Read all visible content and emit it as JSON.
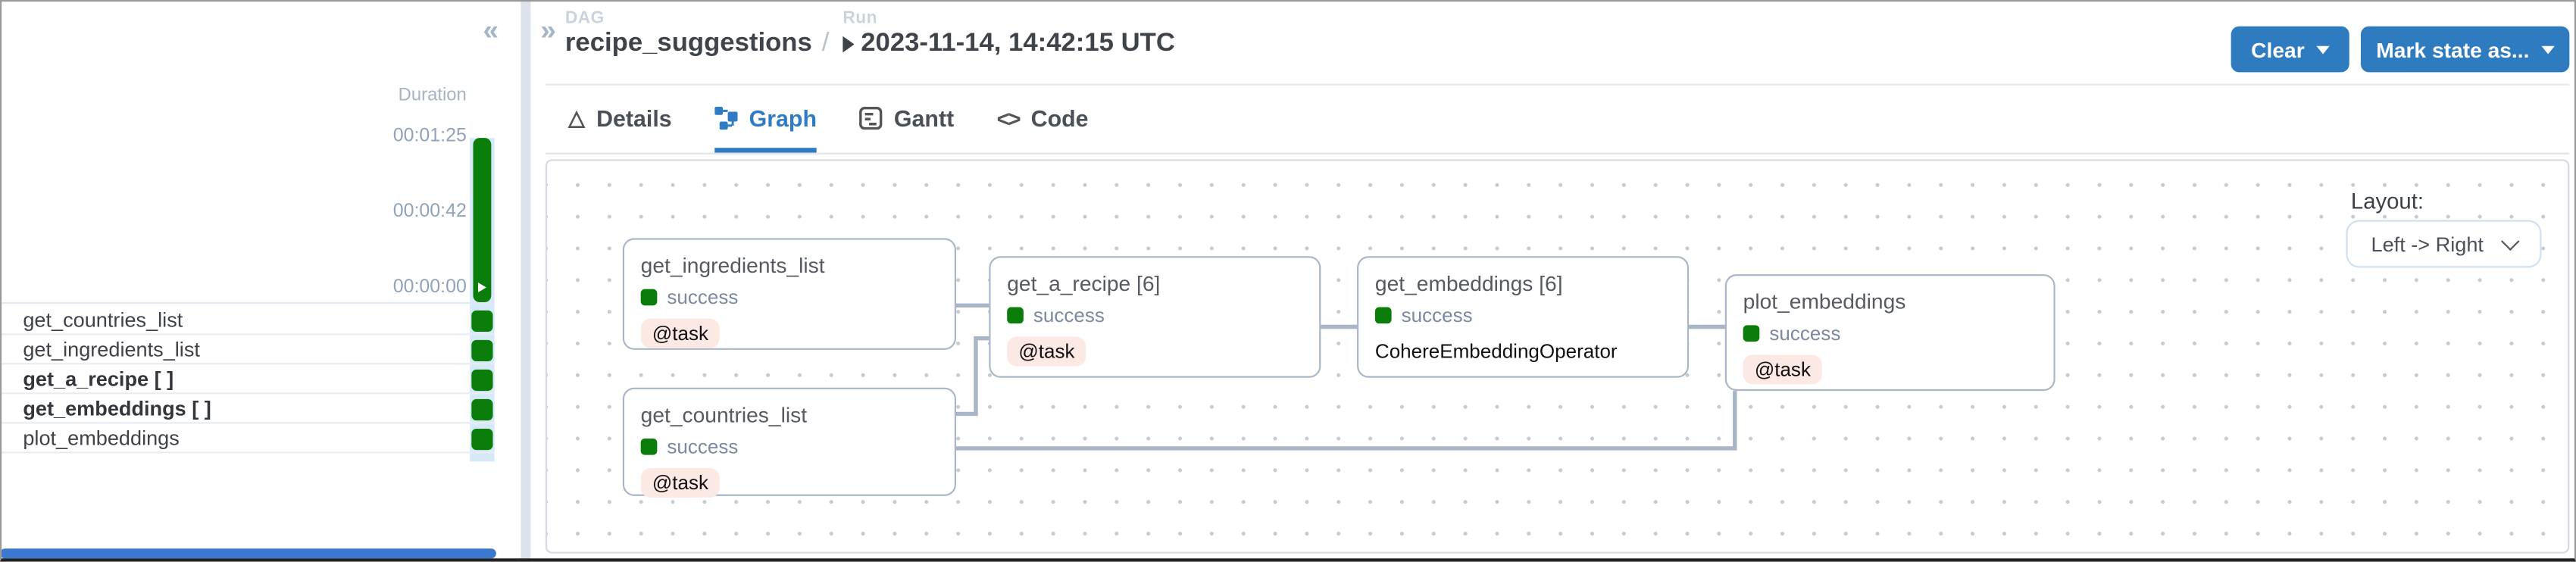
{
  "header": {
    "collapse_left": "«",
    "expand_right": "»",
    "dag_label": "DAG",
    "dag_name": "recipe_suggestions",
    "separator": "/",
    "run_label": "Run",
    "run_value": "2023-11-14, 14:42:15 UTC",
    "clear_button": "Clear",
    "mark_state_button": "Mark state as..."
  },
  "tabs": [
    {
      "label": "Details",
      "icon": "△"
    },
    {
      "label": "Graph"
    },
    {
      "label": "Gantt"
    },
    {
      "label": "Code",
      "icon": "<>"
    }
  ],
  "sidebar": {
    "duration_label": "Duration",
    "ticks": [
      "00:01:25",
      "00:00:42",
      "00:00:00"
    ],
    "tasks": [
      {
        "name": "get_countries_list"
      },
      {
        "name": "get_ingredients_list"
      },
      {
        "name": "get_a_recipe [ ]"
      },
      {
        "name": "get_embeddings [ ]"
      },
      {
        "name": "plot_embeddings"
      }
    ]
  },
  "graph": {
    "layout_label": "Layout:",
    "layout_value": "Left -> Right",
    "nodes": [
      {
        "title": "get_ingredients_list",
        "status": "success",
        "badge": "@task"
      },
      {
        "title": "get_a_recipe [6]",
        "status": "success",
        "badge": "@task"
      },
      {
        "title": "get_embeddings [6]",
        "status": "success",
        "badge": "CohereEmbeddingOperator"
      },
      {
        "title": "plot_embeddings",
        "status": "success",
        "badge": "@task"
      },
      {
        "title": "get_countries_list",
        "status": "success",
        "badge": "@task"
      }
    ]
  },
  "colors": {
    "success_green": "#0a7d0a",
    "accent_blue": "#2e7bbf",
    "tab_selected_blue": "#2f7cc4",
    "run_column_blue": "#d6e9f8",
    "node_border": "#a8b6c7",
    "task_pill_bg": "#fce9e4",
    "scrollbar_blue": "#3b79d1"
  }
}
